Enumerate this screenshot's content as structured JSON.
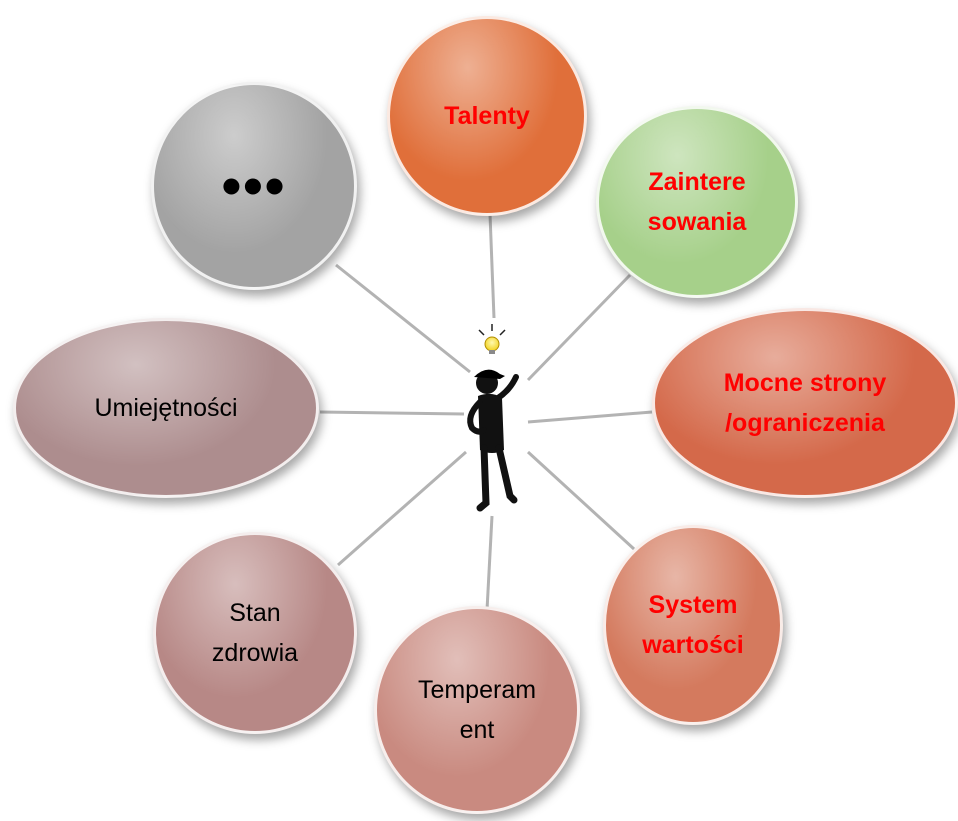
{
  "nodes": [
    {
      "id": "talenty",
      "label": "Talenty",
      "fill": "#e06f3a",
      "text_color": "#ff0000",
      "bold": true
    },
    {
      "id": "zaint",
      "label": "Zaintere\nsowania",
      "fill": "#a6d08a",
      "text_color": "#ff0000",
      "bold": true
    },
    {
      "id": "mocne",
      "label": "Mocne strony\n/ograniczenia",
      "fill": "#d4694a",
      "text_color": "#ff0000",
      "bold": true
    },
    {
      "id": "system",
      "label": "System\nwartości",
      "fill": "#d47a5e",
      "text_color": "#ff0000",
      "bold": true
    },
    {
      "id": "temp",
      "label": "Temperam\nent",
      "fill": "#c98a80",
      "text_color": "#000000",
      "bold": false
    },
    {
      "id": "stan",
      "label": "Stan\nzdrowia",
      "fill": "#b78886",
      "text_color": "#000000",
      "bold": false
    },
    {
      "id": "umiej",
      "label": "Umiejętności",
      "fill": "#ad8d8e",
      "text_color": "#000000",
      "bold": false
    },
    {
      "id": "dots",
      "label": "•••",
      "fill": "#a3a3a3",
      "text_color": "#000000",
      "bold": true
    }
  ],
  "connector_color": "#b3b3b3",
  "center_icon": "thinking-person-with-lightbulb-icon"
}
